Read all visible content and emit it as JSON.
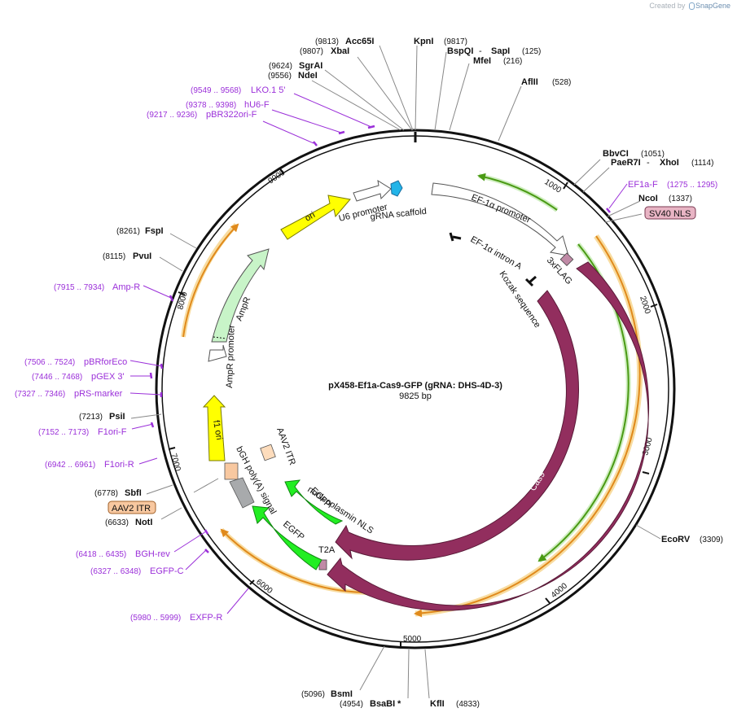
{
  "credit": {
    "prefix": "Created by",
    "brand": "SnapGene"
  },
  "plasmid": {
    "name": "pX458-Ef1a-Cas9-GFP (gRNA: DHS-4D-3)",
    "size": "9825 bp",
    "length": 9825
  },
  "ticks": [
    "1000",
    "2000",
    "3000",
    "4000",
    "5000",
    "6000",
    "7000",
    "8000",
    "9000"
  ],
  "enzymes": [
    {
      "name": "Acc65I",
      "pos": "(9813)"
    },
    {
      "name": "XbaI",
      "pos": "(9807)"
    },
    {
      "name": "SgrAI",
      "pos": "(9624)"
    },
    {
      "name": "NdeI",
      "pos": "(9556)"
    },
    {
      "name": "KpnI",
      "pos": "(9817)"
    },
    {
      "name": "BspQI",
      "sep": " - ",
      "name2": "SapI",
      "pos": "(125)"
    },
    {
      "name": "MfeI",
      "pos": "(216)"
    },
    {
      "name": "AflII",
      "pos": "(528)"
    },
    {
      "name": "BbvCI",
      "pos": "(1051)"
    },
    {
      "name": "PaeR7I",
      "sep": " - ",
      "name2": "XhoI",
      "pos": "(1114)"
    },
    {
      "name": "NcoI",
      "pos": "(1337)"
    },
    {
      "name": "FspI",
      "pos": "(8261)"
    },
    {
      "name": "PvuI",
      "pos": "(8115)"
    },
    {
      "name": "PsiI",
      "pos": "(7213)"
    },
    {
      "name": "SbfI",
      "pos": "(6778)"
    },
    {
      "name": "NotI",
      "pos": "(6633)"
    },
    {
      "name": "EcoRV",
      "pos": "(3309)"
    },
    {
      "name": "BsmI",
      "pos": "(5096)"
    },
    {
      "name": "BsaBI",
      "star": " *",
      "pos": "(4954)"
    },
    {
      "name": "KflI",
      "pos": "(4833)"
    }
  ],
  "primers": [
    {
      "range": "(9549 .. 9568)",
      "name": "LKO.1 5'"
    },
    {
      "range": "(9378 .. 9398)",
      "name": "hU6-F"
    },
    {
      "range": "(9217 .. 9236)",
      "name": "pBR322ori-F"
    },
    {
      "range": "(1275 .. 1295)",
      "name": "EF1a-F"
    },
    {
      "range": "(7915 .. 7934)",
      "name": "Amp-R"
    },
    {
      "range": "(7506 .. 7524)",
      "name": "pBRforEco"
    },
    {
      "range": "(7446 .. 7468)",
      "name": "pGEX 3'"
    },
    {
      "range": "(7327 .. 7346)",
      "name": "pRS-marker"
    },
    {
      "range": "(7152 .. 7173)",
      "name": "F1ori-F"
    },
    {
      "range": "(6942 .. 6961)",
      "name": "F1ori-R"
    },
    {
      "range": "(6418 .. 6435)",
      "name": "BGH-rev"
    },
    {
      "range": "(6327 .. 6348)",
      "name": "EGFP-C"
    },
    {
      "range": "(5980 .. 5999)",
      "name": "EXFP-R"
    }
  ],
  "boxed_features": [
    {
      "name": "SV40 NLS",
      "color": "#e8b4c4"
    },
    {
      "name": "AAV2 ITR",
      "color": "#f8c8a0"
    }
  ],
  "features": {
    "ori": "ori",
    "u6": "U6 promoter",
    "scaffold": "gRNA scaffold",
    "ef1a_promoter": "EF-1α promoter",
    "ef1a_intron": "EF-1α intron A",
    "flag": "3xFLAG",
    "kozak": "Kozak sequence",
    "cas9": "Cas9",
    "ampr": "AmpR",
    "ampr_promoter": "AmpR promoter",
    "f1_ori": "f1 ori",
    "aav2_itr": "AAV2 ITR",
    "bgh": "bGH poly(A) signal",
    "egfp": "EGFP",
    "nls": "nucleoplasmin NLS",
    "t2a": "T2A"
  },
  "colors": {
    "backbone": "#111111",
    "enzyme": "#111111",
    "primer": "#9b30d9",
    "cas9": "#922e5e",
    "egfp": "#22ee22",
    "ori": "#ffff00",
    "ampr": "#c8f4c8",
    "orf_orange": "#f0a030",
    "orf_green": "#60b020"
  }
}
